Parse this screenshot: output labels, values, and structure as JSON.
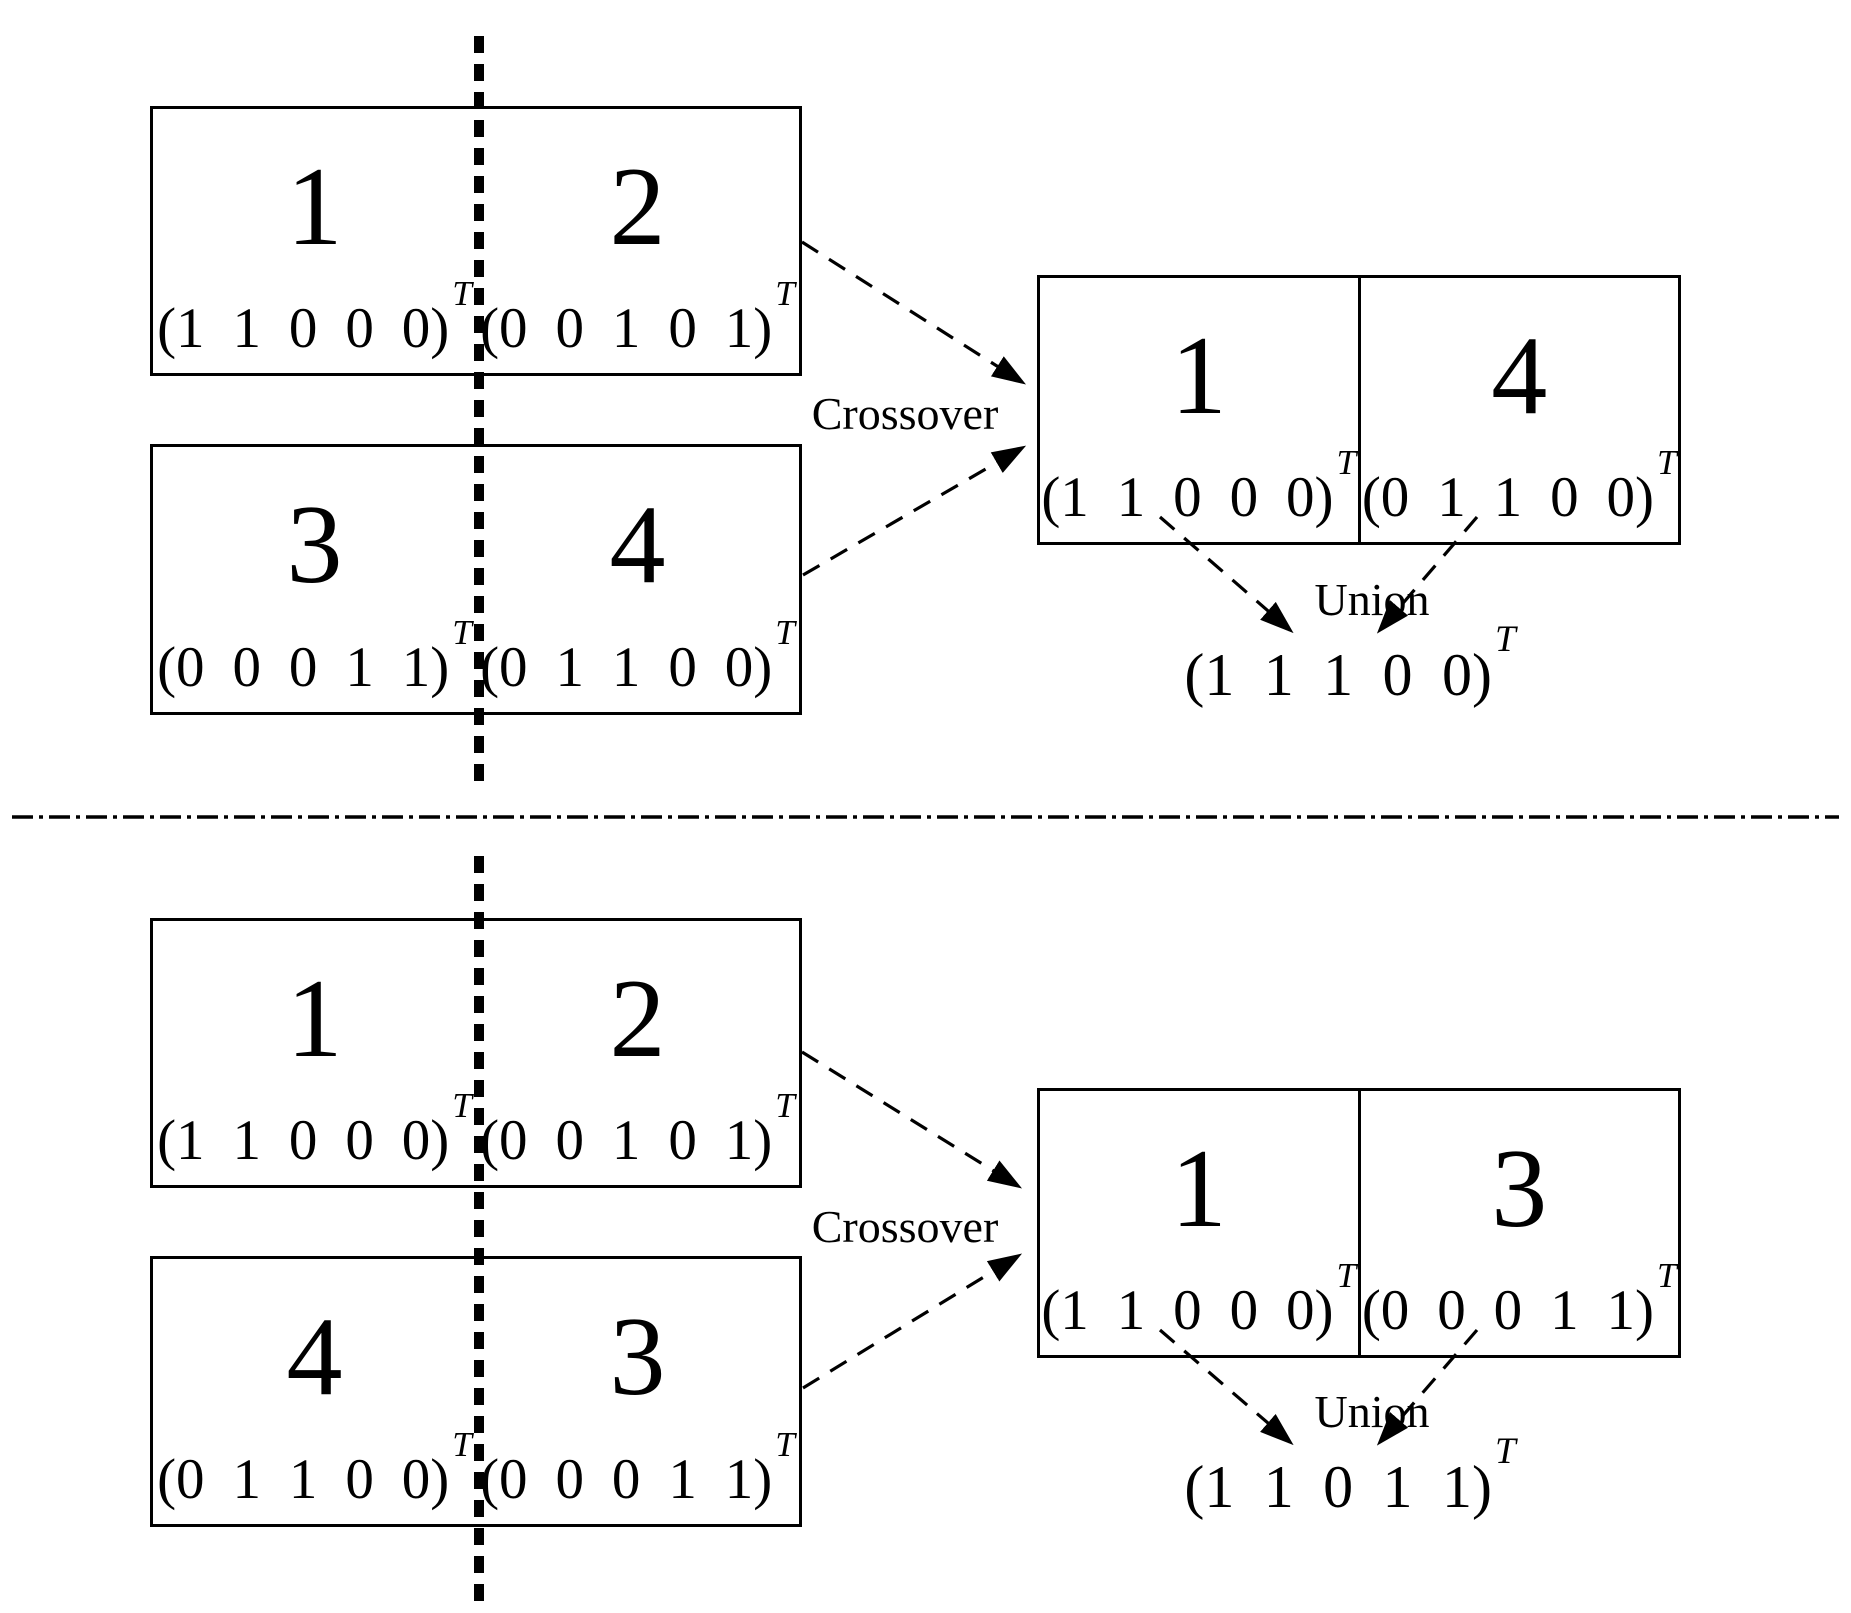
{
  "figure": {
    "background": "#ffffff",
    "line_color": "#000000",
    "transpose_symbol": "T",
    "sections": [
      {
        "crossover_label": "Crossover",
        "union_label": "Union",
        "parent1": {
          "left": {
            "num": "1",
            "vec": "(1 1 0 0 0)"
          },
          "right": {
            "num": "2",
            "vec": "(0 0 1 0 1)"
          }
        },
        "parent2": {
          "left": {
            "num": "3",
            "vec": "(0 0 0 1 1)"
          },
          "right": {
            "num": "4",
            "vec": "(0 1 1 0 0)"
          }
        },
        "offspring": {
          "left": {
            "num": "1",
            "vec": "(1 1 0 0 0)"
          },
          "right": {
            "num": "4",
            "vec": "(0 1 1 0 0)"
          }
        },
        "union_result": "(1 1 1 0 0)"
      },
      {
        "crossover_label": "Crossover",
        "union_label": "Union",
        "parent1": {
          "left": {
            "num": "1",
            "vec": "(1 1 0 0 0)"
          },
          "right": {
            "num": "2",
            "vec": "(0 0 1 0 1)"
          }
        },
        "parent2": {
          "left": {
            "num": "4",
            "vec": "(0 1 1 0 0)"
          },
          "right": {
            "num": "3",
            "vec": "(0 0 0 1 1)"
          }
        },
        "offspring": {
          "left": {
            "num": "1",
            "vec": "(1 1 0 0 0)"
          },
          "right": {
            "num": "3",
            "vec": "(0 0 0 1 1)"
          }
        },
        "union_result": "(1 1 0 1 1)"
      }
    ]
  }
}
